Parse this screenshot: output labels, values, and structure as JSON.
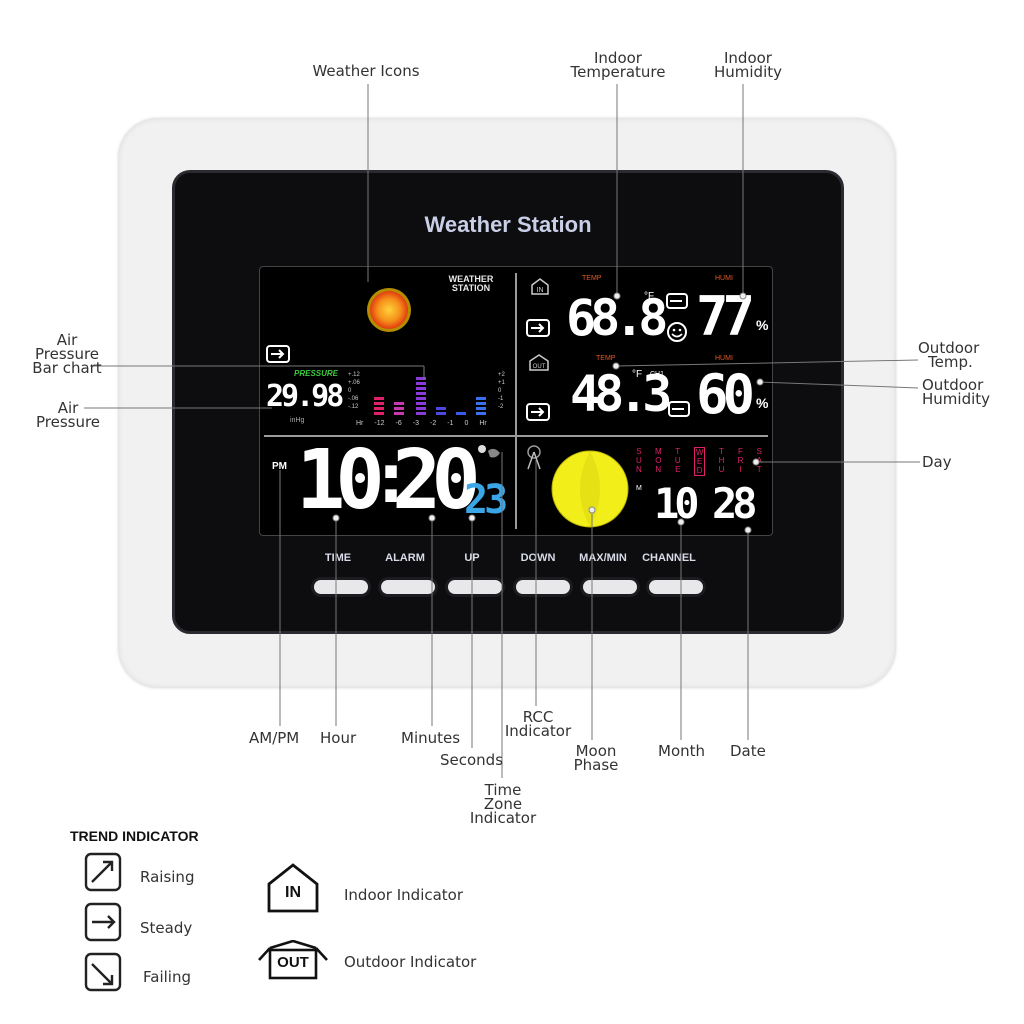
{
  "device": {
    "title": "Weather Station",
    "lcd_logo": [
      "WEATHER",
      "STATION"
    ],
    "pressure_label": "PRESSURE",
    "pressure_value": "29.98",
    "pressure_unit": "inHg",
    "pressure_scale": [
      "+.12",
      "+.06",
      "0",
      "-.06",
      "-.12"
    ],
    "pressure_scale_right": [
      "+2",
      "+1",
      "0",
      "-1",
      "-2"
    ],
    "bar_hours": [
      "-12",
      "-6",
      "-3",
      "-2",
      "-1",
      "0"
    ],
    "hr_label": "Hr",
    "indoor_temp_label": "TEMP",
    "indoor_hum_label": "HUMI",
    "indoor_temp": "68.8",
    "indoor_temp_unit": "°F",
    "indoor_hum": "77",
    "outdoor_temp_label": "TEMP",
    "outdoor_hum_label": "HUMI",
    "outdoor_temp": "48.3",
    "outdoor_temp_unit": "°F",
    "channel": "CH1",
    "outdoor_hum": "60",
    "percent": "%",
    "ampm": "PM",
    "hour": "10",
    "minutes": "20",
    "seconds": "23",
    "month": "10",
    "date": "28",
    "month_marker": "M",
    "days_top": [
      "S",
      "M",
      "T",
      "W",
      "T",
      "F",
      "S"
    ],
    "days_mid": [
      "U",
      "O",
      "U",
      "E",
      "H",
      "R",
      "A"
    ],
    "days_bot": [
      "N",
      "N",
      "E",
      "D",
      "U",
      "I",
      "T"
    ],
    "in_badge": "IN",
    "out_badge": "OUT",
    "buttons": [
      "TIME",
      "ALARM",
      "UP",
      "DOWN",
      "MAX/MIN",
      "CHANNEL"
    ]
  },
  "callouts": {
    "weather_icons": "Weather Icons",
    "indoor_temperature": [
      "Indoor",
      "Temperature"
    ],
    "indoor_humidity": [
      "Indoor",
      "Humidity"
    ],
    "air_pressure_bar_chart": [
      "Air",
      "Pressure",
      "Bar chart"
    ],
    "air_pressure": [
      "Air",
      "Pressure"
    ],
    "outdoor_temp": [
      "Outdoor",
      "Temp."
    ],
    "outdoor_humidity": [
      "Outdoor",
      "Humidity"
    ],
    "day": "Day",
    "am_pm": "AM/PM",
    "hour": "Hour",
    "minutes": "Minutes",
    "seconds": "Seconds",
    "time_zone_indicator": [
      "Time",
      "Zone",
      "Indicator"
    ],
    "rcc_indicator": [
      "RCC",
      "Indicator"
    ],
    "moon_phase": [
      "Moon",
      "Phase"
    ],
    "month": "Month",
    "date": "Date"
  },
  "legend": {
    "trend_title": "TREND INDICATOR",
    "raising": "Raising",
    "steady": "Steady",
    "failing": "Failing",
    "in_icon_text": "IN",
    "out_icon_text": "OUT",
    "indoor_indicator": "Indoor Indicator",
    "outdoor_indicator": "Outdoor Indicator"
  },
  "colors": {
    "lcd_bg": "#000000",
    "bezel": "#0d0d0f",
    "frame": "#f1f1f1",
    "seconds_blue": "#3aa6e8",
    "label_orange": "#e05a2a",
    "moon_yellow": "#f2ee1a",
    "sun_orange": "#f07a10"
  }
}
